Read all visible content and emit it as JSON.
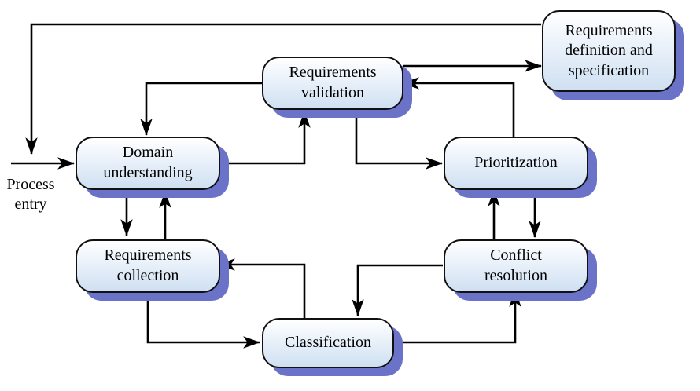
{
  "diagram": {
    "nodes": {
      "domain": {
        "line1": "Domain",
        "line2": "understanding"
      },
      "collection": {
        "line1": "Requirements",
        "line2": "collection"
      },
      "classification": {
        "line1": "Classification"
      },
      "conflict": {
        "line1": "Conflict",
        "line2": "resolution"
      },
      "prioritization": {
        "line1": "Prioritization"
      },
      "validation": {
        "line1": "Requirements",
        "line2": "validation"
      },
      "definition": {
        "line1": "Requirements",
        "line2": "definition and",
        "line3": "specification"
      }
    },
    "entry": {
      "line1": "Process",
      "line2": "entry"
    },
    "colors": {
      "node_fill_top": "#ffffff",
      "node_fill_bottom": "#cfe0f2",
      "node_border": "#111111",
      "node_shadow": "#6b73c9",
      "arrow": "#000000"
    }
  }
}
